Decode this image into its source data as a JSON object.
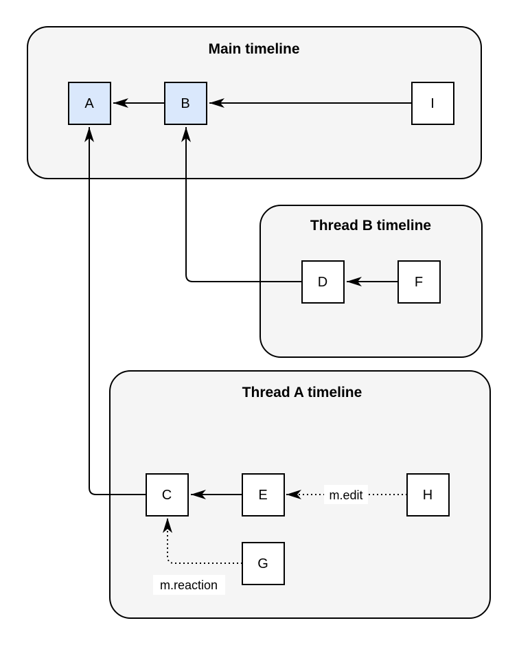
{
  "diagram": {
    "type": "event-graph",
    "colors": {
      "container_fill": "#f5f5f5",
      "container_stroke": "#000000",
      "node_fill": "#ffffff",
      "node_highlight_fill": "#dae8fc",
      "node_stroke": "#000000",
      "edge_color": "#000000",
      "edge_label_bg": "#ffffff"
    },
    "containers": {
      "main": {
        "title": "Main timeline"
      },
      "thread_b": {
        "title": "Thread B timeline"
      },
      "thread_a": {
        "title": "Thread A timeline"
      }
    },
    "nodes": {
      "a": {
        "label": "A",
        "container": "Main timeline",
        "highlighted": true
      },
      "b": {
        "label": "B",
        "container": "Main timeline",
        "highlighted": true
      },
      "i": {
        "label": "I",
        "container": "Main timeline",
        "highlighted": false
      },
      "d": {
        "label": "D",
        "container": "Thread B timeline",
        "highlighted": false
      },
      "f": {
        "label": "F",
        "container": "Thread B timeline",
        "highlighted": false
      },
      "c": {
        "label": "C",
        "container": "Thread A timeline",
        "highlighted": false
      },
      "e": {
        "label": "E",
        "container": "Thread A timeline",
        "highlighted": false
      },
      "h": {
        "label": "H",
        "container": "Thread A timeline",
        "highlighted": false
      },
      "g": {
        "label": "G",
        "container": "Thread A timeline",
        "highlighted": false
      }
    },
    "edges": {
      "b_to_a": {
        "from": "B",
        "to": "A",
        "style": "solid",
        "label": ""
      },
      "i_to_b": {
        "from": "I",
        "to": "B",
        "style": "solid",
        "label": ""
      },
      "f_to_d": {
        "from": "F",
        "to": "D",
        "style": "solid",
        "label": ""
      },
      "d_to_b": {
        "from": "D",
        "to": "B",
        "style": "solid",
        "label": ""
      },
      "e_to_c": {
        "from": "E",
        "to": "C",
        "style": "solid",
        "label": ""
      },
      "c_to_a": {
        "from": "C",
        "to": "A",
        "style": "solid",
        "label": ""
      },
      "h_to_e": {
        "from": "H",
        "to": "E",
        "style": "dotted",
        "label": "m.edit"
      },
      "g_to_c": {
        "from": "G",
        "to": "C",
        "style": "dotted",
        "label": "m.reaction"
      }
    }
  }
}
